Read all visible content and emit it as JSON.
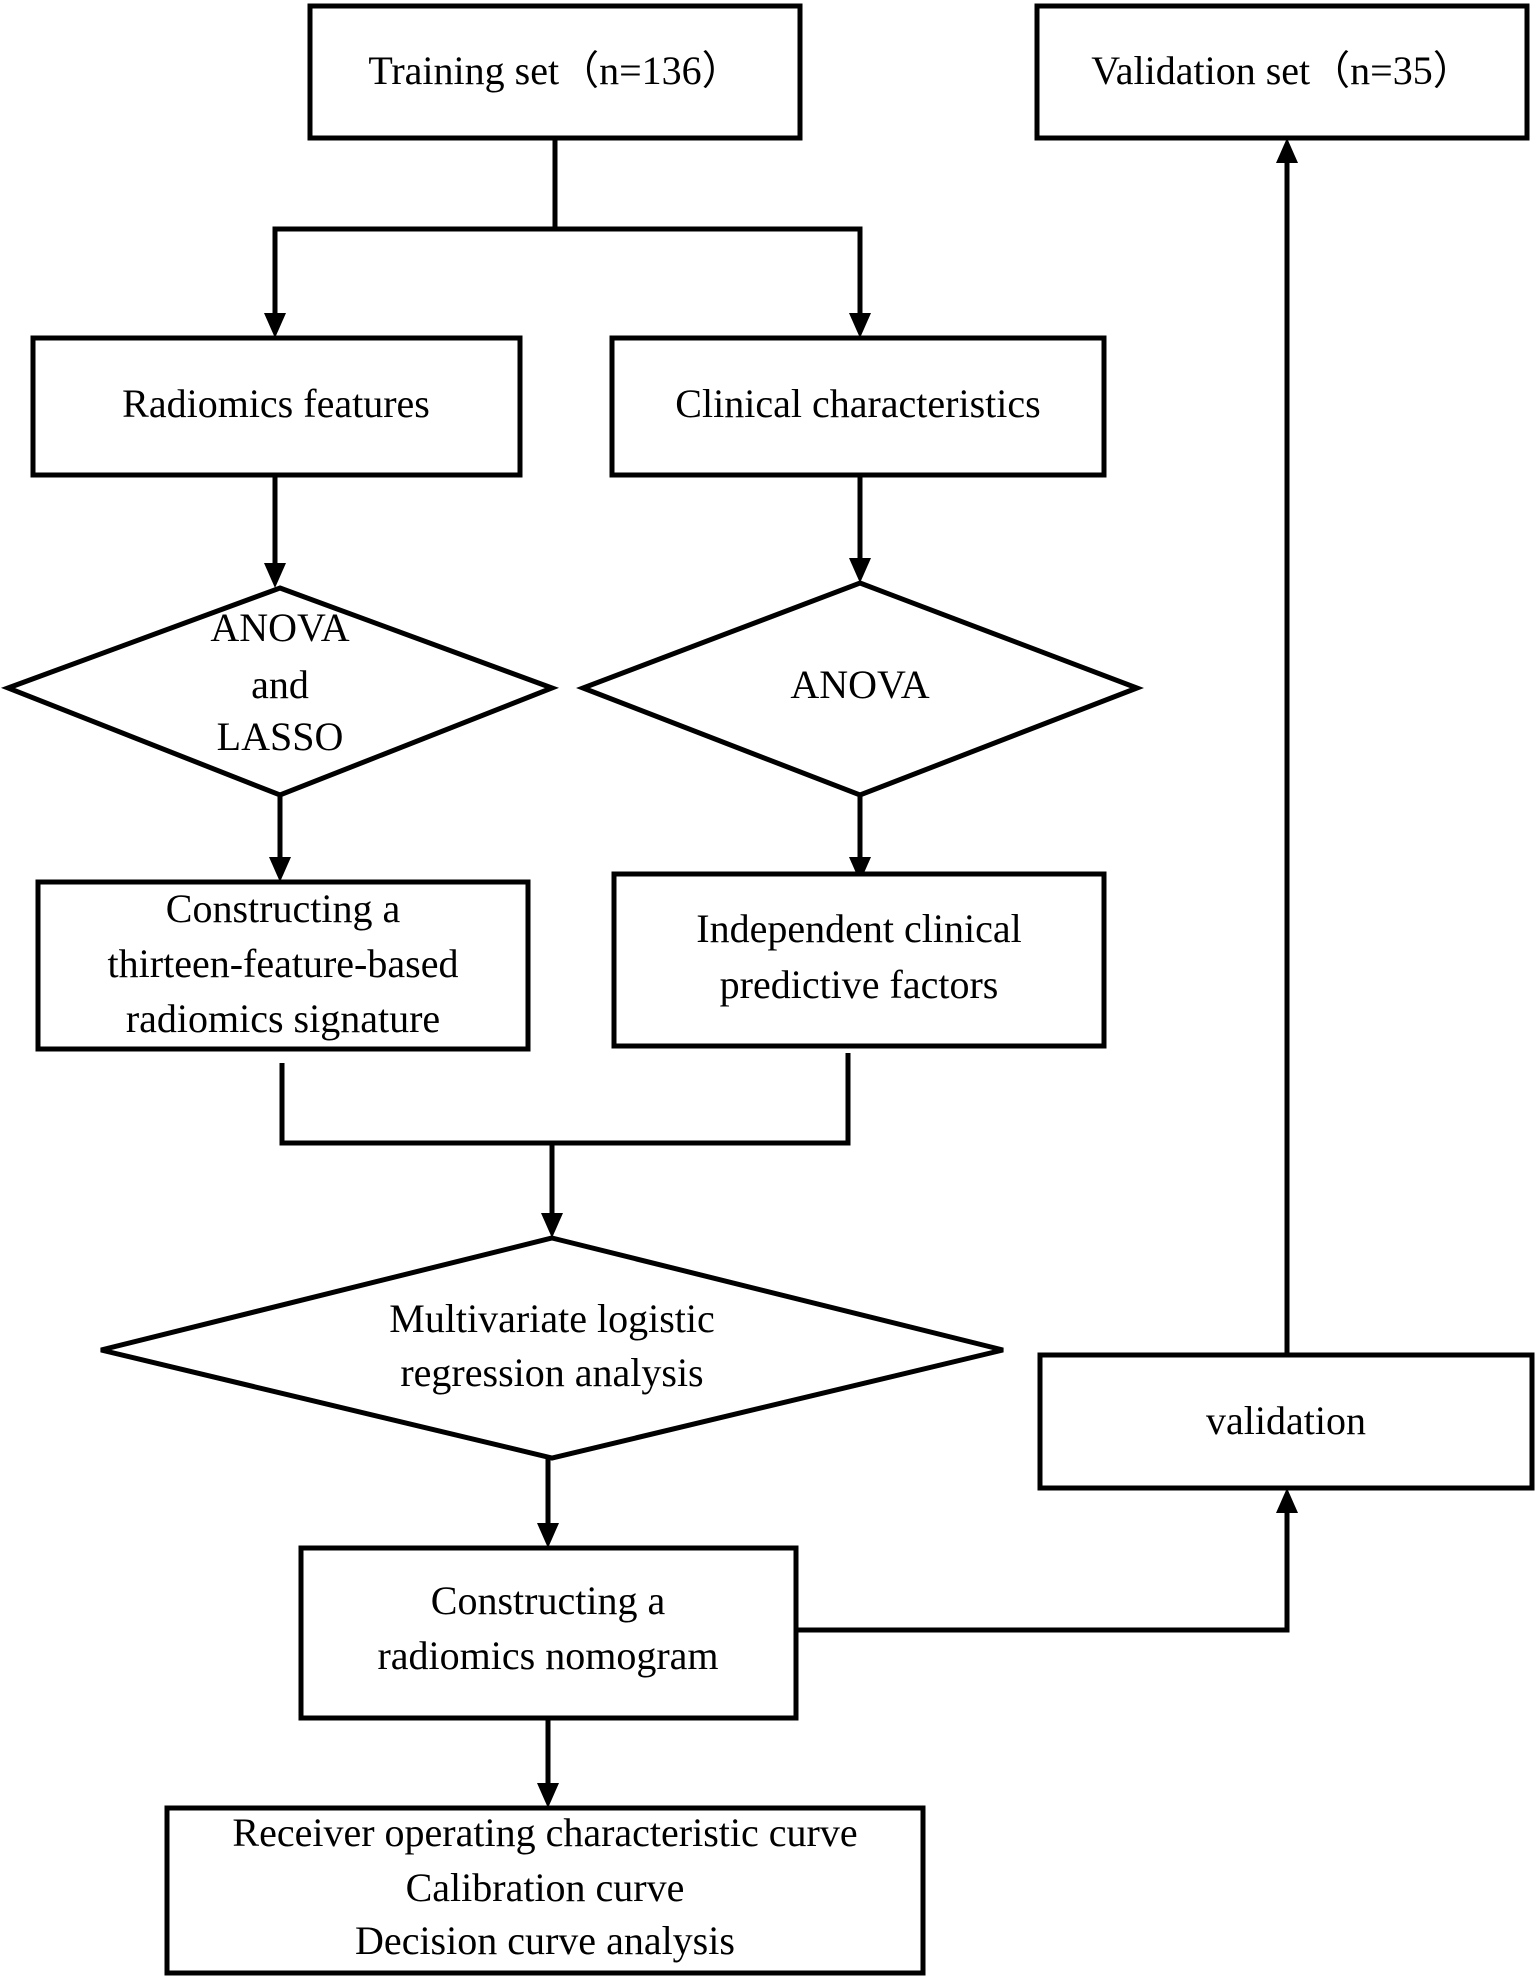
{
  "nodes": {
    "training_set": {
      "lines": [
        "Training set（n=136）"
      ]
    },
    "validation_set": {
      "lines": [
        "Validation set（n=35）"
      ]
    },
    "radiomics_features": {
      "lines": [
        "Radiomics features"
      ]
    },
    "clinical_characteristics": {
      "lines": [
        "Clinical characteristics"
      ]
    },
    "anova_lasso": {
      "lines": [
        "ANOVA",
        "and",
        "LASSO"
      ]
    },
    "anova": {
      "lines": [
        "ANOVA"
      ]
    },
    "radiomics_signature": {
      "lines": [
        "Constructing a",
        "thirteen-feature-based",
        "radiomics signature"
      ]
    },
    "clinical_factors": {
      "lines": [
        "Independent clinical",
        "predictive factors"
      ]
    },
    "logistic_regression": {
      "lines": [
        "Multivariate logistic",
        "regression analysis"
      ]
    },
    "validation": {
      "lines": [
        "validation"
      ]
    },
    "nomogram": {
      "lines": [
        "Constructing a",
        "radiomics nomogram"
      ]
    },
    "evaluation": {
      "lines": [
        "Receiver operating characteristic curve",
        "Calibration curve",
        "Decision curve analysis"
      ]
    }
  }
}
